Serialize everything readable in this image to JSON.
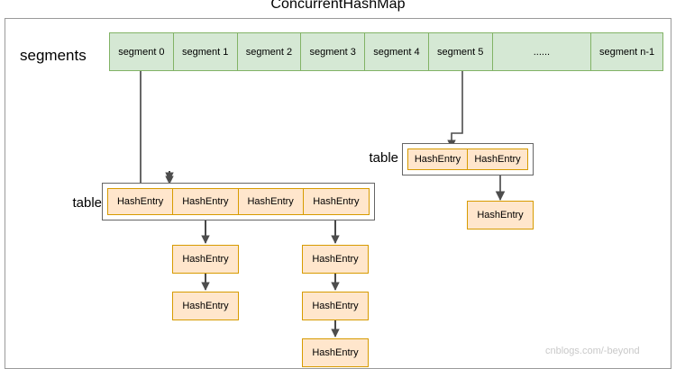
{
  "diagram": {
    "title": "ConcurrentHashMap",
    "watermark": "cnblogs.com/-beyond",
    "colors": {
      "segment_fill": "#d5e8d4",
      "segment_stroke": "#82b366",
      "entry_fill": "#ffe6cc",
      "entry_stroke": "#d79b00",
      "frame_stroke": "#9a9a9a",
      "table_stroke": "#666666",
      "connector": "#5a5a5a",
      "watermark": "#c9c9c9"
    },
    "labels": {
      "segments": "segments",
      "table_left": "table",
      "table_right": "table"
    },
    "segments": [
      {
        "label": "segment 0"
      },
      {
        "label": "segment 1"
      },
      {
        "label": "segment 2"
      },
      {
        "label": "segment 3"
      },
      {
        "label": "segment 4"
      },
      {
        "label": "segment 5"
      },
      {
        "label": "......"
      },
      {
        "label": "segment n-1"
      }
    ],
    "table_left": {
      "entries": [
        {
          "label": "HashEntry"
        },
        {
          "label": "HashEntry"
        },
        {
          "label": "HashEntry"
        },
        {
          "label": "HashEntry"
        }
      ]
    },
    "table_right": {
      "entries": [
        {
          "label": "HashEntry"
        },
        {
          "label": "HashEntry"
        }
      ]
    },
    "chain_left_a": [
      {
        "label": "HashEntry"
      },
      {
        "label": "HashEntry"
      }
    ],
    "chain_left_b": [
      {
        "label": "HashEntry"
      },
      {
        "label": "HashEntry"
      },
      {
        "label": "HashEntry"
      }
    ],
    "chain_right": [
      {
        "label": "HashEntry"
      }
    ]
  }
}
